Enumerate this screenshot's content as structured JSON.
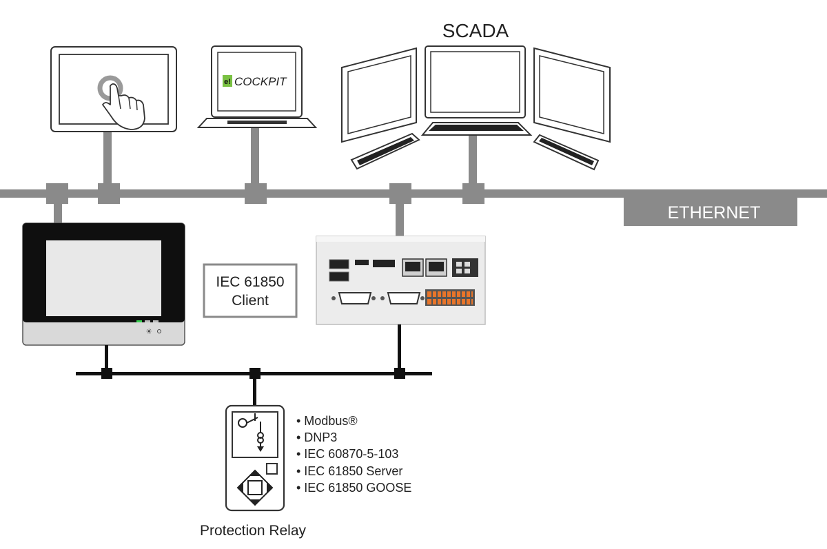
{
  "labels": {
    "scada": "SCADA",
    "ethernet": "ETHERNET",
    "client_line1": "IEC 61850",
    "client_line2": "Client",
    "cockpit_e": "e!",
    "cockpit": "COCKPIT",
    "relay": "Protection Relay"
  },
  "protocols": [
    "• Modbus®",
    "• DNP3",
    "• IEC 60870-5-103",
    "• IEC 61850 Server",
    "• IEC 61850 GOOSE"
  ],
  "colors": {
    "network_gray": "#8a8a8a",
    "fieldbus_black": "#111111",
    "cockpit_green": "#7ac143",
    "terminal_orange": "#e8752a",
    "status_led": "#39d353"
  },
  "icons": {
    "touch": "hand-touch-icon",
    "relay_switch": "switch-symbol-icon",
    "relay_nav": "navigation-arrows-icon"
  }
}
